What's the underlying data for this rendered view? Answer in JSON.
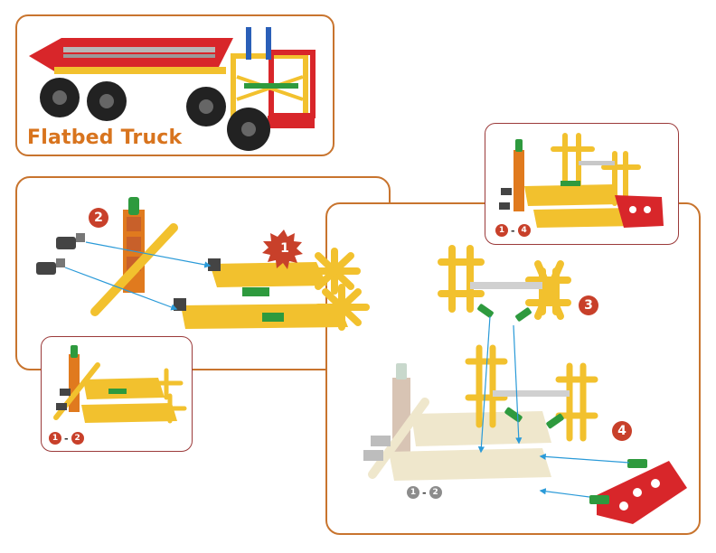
{
  "title": "Flatbed Truck",
  "steps": {
    "step1": "1",
    "step2": "2",
    "step3": "3",
    "step4": "4"
  },
  "ranges": {
    "range_1_2_left": {
      "from": "1",
      "sep": "-",
      "to": "2"
    },
    "range_1_4": {
      "from": "1",
      "sep": "-",
      "to": "4"
    },
    "range_1_2_bottom": {
      "from": "1",
      "sep": "-",
      "to": "2"
    }
  },
  "colors": {
    "frame_orange": "#c8742e",
    "frame_red": "#9b3a3a",
    "piece_yellow": "#f2c12e",
    "piece_red": "#d8262a",
    "piece_green": "#2e9a3e",
    "piece_orange": "#e07a1e",
    "arrow_blue": "#2a9ad8"
  }
}
